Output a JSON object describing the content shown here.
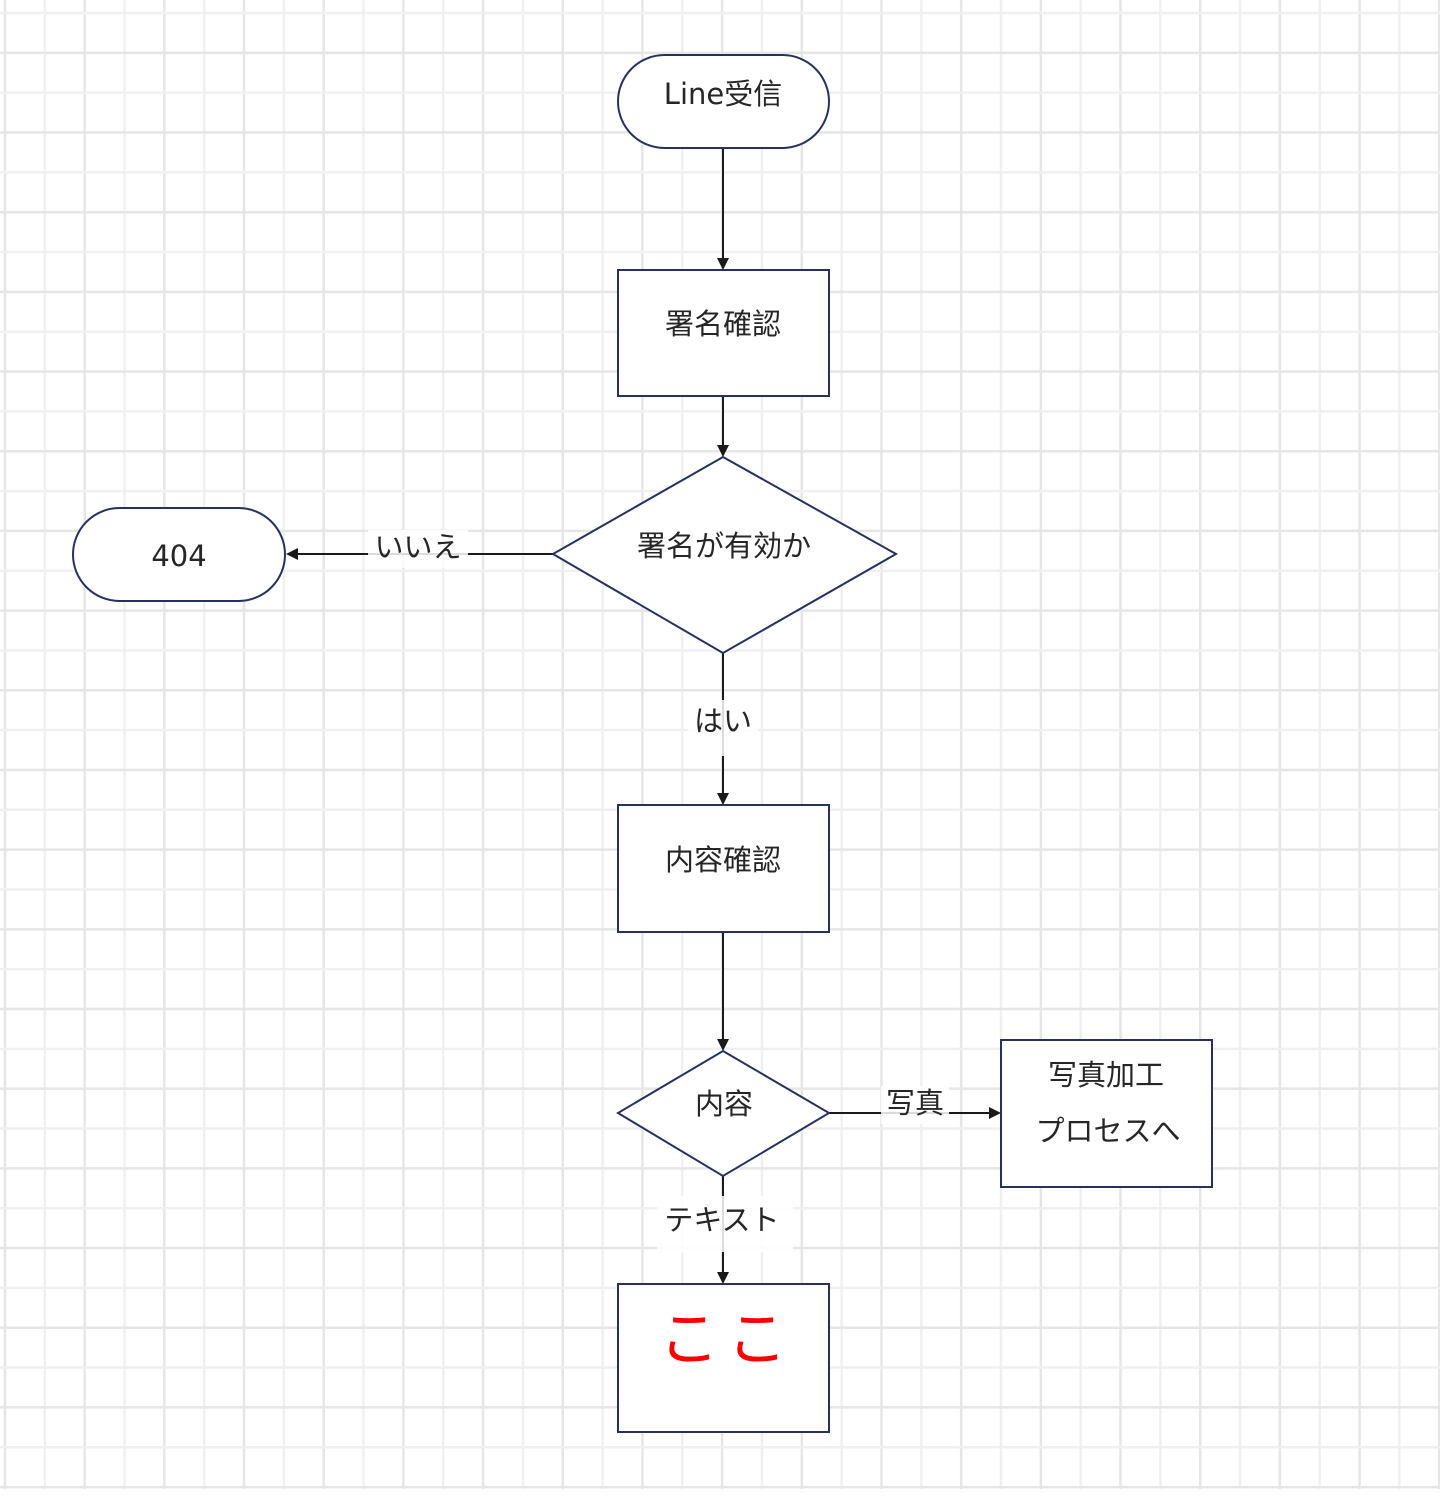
{
  "diagram": {
    "title": "",
    "colors": {
      "shape_stroke": "#283060",
      "edge": "#1a1a1a",
      "text": "#262626",
      "highlight_text": "#ff0000",
      "grid_major": "#e6e6e6",
      "grid_minor": "#f0f0f0"
    },
    "nodes": {
      "start": {
        "type": "terminator",
        "label": "Line受信"
      },
      "verify_signature": {
        "type": "process",
        "label": "署名確認"
      },
      "signature_valid": {
        "type": "decision",
        "label": "署名が有効か"
      },
      "not_found": {
        "type": "terminator",
        "label": "404"
      },
      "check_content": {
        "type": "process",
        "label": "内容確認"
      },
      "content_type": {
        "type": "decision",
        "label": "内容"
      },
      "photo_process": {
        "type": "process",
        "label_lines": [
          "写真加工",
          "プロセスへ"
        ]
      },
      "here": {
        "type": "process",
        "label": "ここ"
      }
    },
    "edges": [
      {
        "from": "start",
        "to": "verify_signature",
        "label": ""
      },
      {
        "from": "verify_signature",
        "to": "signature_valid",
        "label": ""
      },
      {
        "from": "signature_valid",
        "to": "not_found",
        "label": "いいえ"
      },
      {
        "from": "signature_valid",
        "to": "check_content",
        "label": "はい"
      },
      {
        "from": "check_content",
        "to": "content_type",
        "label": ""
      },
      {
        "from": "content_type",
        "to": "photo_process",
        "label": "写真"
      },
      {
        "from": "content_type",
        "to": "here",
        "label": "テキスト"
      }
    ]
  }
}
